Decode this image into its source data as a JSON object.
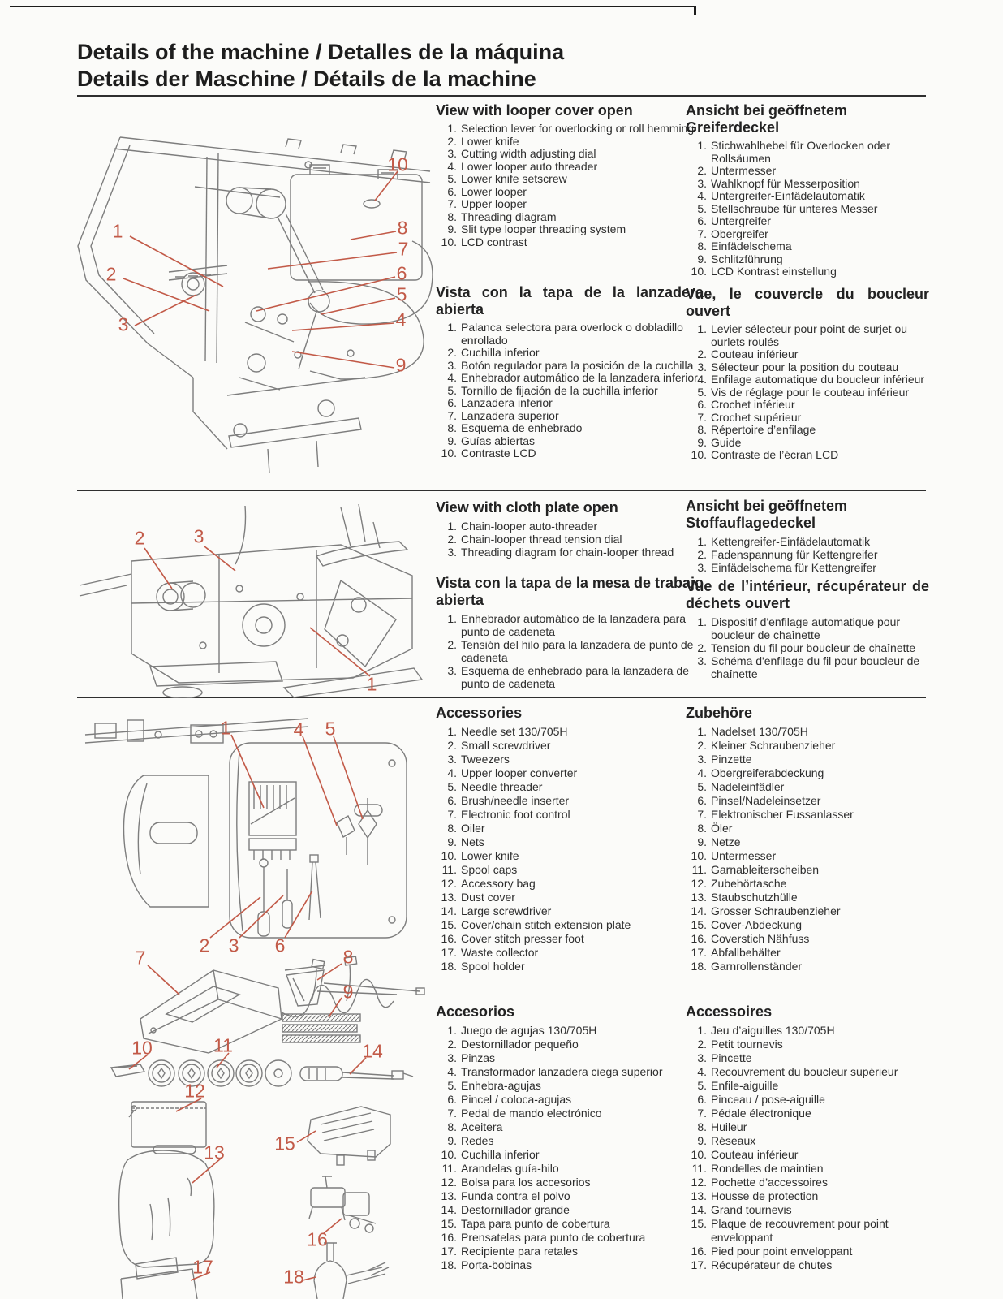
{
  "page": {
    "title_line1": "Details of the machine / Detalles de la máquina",
    "title_line2": "Details der Maschine / Détails de la machine"
  },
  "colors": {
    "callout": "#c25a48",
    "text": "#2e2e2e",
    "rule": "#2f2f2f"
  },
  "figs": {
    "looper": {
      "callouts": [
        "1",
        "2",
        "3",
        "10",
        "8",
        "7",
        "6",
        "5",
        "4",
        "9"
      ]
    },
    "cloth": {
      "callouts": [
        "2",
        "3",
        "1"
      ]
    },
    "acc": {
      "callouts": [
        "1",
        "4",
        "5",
        "2",
        "3",
        "6",
        "7",
        "8",
        "9",
        "10",
        "11",
        "14",
        "12",
        "15",
        "13",
        "16",
        "17",
        "18"
      ]
    }
  },
  "sections": {
    "looper": {
      "en": {
        "heading": "View with looper cover open",
        "items": [
          {
            "n": "1",
            "t": "Selection lever for overlocking or roll hemming"
          },
          {
            "n": "2",
            "t": "Lower knife"
          },
          {
            "n": "3",
            "t": "Cutting width adjusting dial"
          },
          {
            "n": "4",
            "t": "Lower looper auto threader"
          },
          {
            "n": "5",
            "t": "Lower knife setscrew"
          },
          {
            "n": "6",
            "t": "Lower looper"
          },
          {
            "n": "7",
            "t": "Upper looper"
          },
          {
            "n": "8",
            "t": "Threading diagram"
          },
          {
            "n": "9",
            "t": "Slit type looper threading system"
          },
          {
            "n": "10",
            "t": "LCD contrast"
          }
        ]
      },
      "es": {
        "heading": "Vista con la tapa de la lanzadera abierta",
        "items": [
          {
            "n": "1",
            "t": "Palanca selectora para overlock o dobladillo enrollado"
          },
          {
            "n": "2",
            "t": "Cuchilla inferior"
          },
          {
            "n": "3",
            "t": "Botón regulador para la posición de la cuchilla"
          },
          {
            "n": "4",
            "t": "Enhebrador automático de la lanzadera inferior"
          },
          {
            "n": "5",
            "t": "Tornillo de fijación de la cuchilla inferior"
          },
          {
            "n": "6",
            "t": "Lanzadera inferior"
          },
          {
            "n": "7",
            "t": "Lanzadera superior"
          },
          {
            "n": "8",
            "t": "Esquema de enhebrado"
          },
          {
            "n": "9",
            "t": "Guías abiertas"
          },
          {
            "n": "10",
            "t": "Contraste LCD"
          }
        ]
      },
      "de": {
        "heading": "Ansicht bei geöffnetem Greiferdeckel",
        "items": [
          {
            "n": "1",
            "t": "Stichwahlhebel für Overlocken oder Rollsäumen"
          },
          {
            "n": "2",
            "t": "Untermesser"
          },
          {
            "n": "3",
            "t": "Wahlknopf für Messerposition"
          },
          {
            "n": "4",
            "t": "Untergreifer-Einfädelautomatik"
          },
          {
            "n": "5",
            "t": "Stellschraube für unteres Messer"
          },
          {
            "n": "6",
            "t": "Untergreifer"
          },
          {
            "n": "7",
            "t": "Obergreifer"
          },
          {
            "n": "8",
            "t": "Einfädelschema"
          },
          {
            "n": "9",
            "t": "Schlitzführung"
          },
          {
            "n": "10",
            "t": "LCD Kontrast einstellung"
          }
        ]
      },
      "fr": {
        "heading": "Vue, le couvercle du boucleur ouvert",
        "items": [
          {
            "n": "1",
            "t": "Levier sélecteur pour point de surjet ou ourlets roulés"
          },
          {
            "n": "2",
            "t": "Couteau inférieur"
          },
          {
            "n": "3",
            "t": "Sélecteur pour la position du couteau"
          },
          {
            "n": "4",
            "t": "Enfilage automatique du boucleur inférieur"
          },
          {
            "n": "5",
            "t": "Vis de réglage pour le couteau inférieur"
          },
          {
            "n": "6",
            "t": "Crochet inférieur"
          },
          {
            "n": "7",
            "t": "Crochet supérieur"
          },
          {
            "n": "8",
            "t": "Répertoire d’enfilage"
          },
          {
            "n": "9",
            "t": "Guide"
          },
          {
            "n": "10",
            "t": "Contraste de l’écran LCD"
          }
        ]
      }
    },
    "cloth": {
      "en": {
        "heading": "View with cloth plate open",
        "items": [
          {
            "n": "1",
            "t": "Chain-looper auto-threader"
          },
          {
            "n": "2",
            "t": "Chain-looper thread tension dial"
          },
          {
            "n": "3",
            "t": "Threading diagram for chain-looper thread"
          }
        ]
      },
      "es": {
        "heading": "Vista con la tapa de la mesa de trabajo abierta",
        "items": [
          {
            "n": "1",
            "t": "Enhebrador automático de la lanzadera para punto de cadeneta"
          },
          {
            "n": "2",
            "t": "Tensión del hilo para la lanzadera de punto de cadeneta"
          },
          {
            "n": "3",
            "t": "Esquema de enhebrado para la lanzadera de punto de cadeneta"
          }
        ]
      },
      "de": {
        "heading": "Ansicht bei geöffnetem Stoffauflagedeckel",
        "items": [
          {
            "n": "1",
            "t": "Kettengreifer-Einfädelautomatik"
          },
          {
            "n": "2",
            "t": "Fadenspannung für Kettengreifer"
          },
          {
            "n": "3",
            "t": "Einfädelschema für Kettengreifer"
          }
        ]
      },
      "fr": {
        "heading": "Vue de l’intérieur, récupérateur de déchets ouvert",
        "items": [
          {
            "n": "1",
            "t": "Dispositif d'enfilage automatique pour boucleur de chaînette"
          },
          {
            "n": "2",
            "t": "Tension du fil pour boucleur de chaînette"
          },
          {
            "n": "3",
            "t": "Schéma d'enfilage du fil pour boucleur de chaînette"
          }
        ]
      }
    },
    "acc": {
      "en": {
        "heading": "Accessories",
        "items": [
          {
            "n": "1",
            "t": "Needle set 130/705H"
          },
          {
            "n": "2",
            "t": "Small screwdriver"
          },
          {
            "n": "3",
            "t": "Tweezers"
          },
          {
            "n": "4",
            "t": "Upper looper converter"
          },
          {
            "n": "5",
            "t": "Needle threader"
          },
          {
            "n": "6",
            "t": "Brush/needle inserter"
          },
          {
            "n": "7",
            "t": "Electronic foot control"
          },
          {
            "n": "8",
            "t": "Oiler"
          },
          {
            "n": "9",
            "t": "Nets"
          },
          {
            "n": "10",
            "t": "Lower knife"
          },
          {
            "n": "11",
            "t": "Spool caps"
          },
          {
            "n": "12",
            "t": "Accessory bag"
          },
          {
            "n": "13",
            "t": "Dust cover"
          },
          {
            "n": "14",
            "t": "Large screwdriver"
          },
          {
            "n": "15",
            "t": "Cover/chain stitch extension plate"
          },
          {
            "n": "16",
            "t": "Cover stitch presser foot"
          },
          {
            "n": "17",
            "t": "Waste collector"
          },
          {
            "n": "18",
            "t": "Spool holder"
          }
        ]
      },
      "de": {
        "heading": "Zubehöre",
        "items": [
          {
            "n": "1",
            "t": "Nadelset 130/705H"
          },
          {
            "n": "2",
            "t": "Kleiner Schraubenzieher"
          },
          {
            "n": "3",
            "t": "Pinzette"
          },
          {
            "n": "4",
            "t": "Obergreiferabdeckung"
          },
          {
            "n": "5",
            "t": "Nadeleinfädler"
          },
          {
            "n": "6",
            "t": "Pinsel/Nadeleinsetzer"
          },
          {
            "n": "7",
            "t": "Elektronischer Fussanlasser"
          },
          {
            "n": "8",
            "t": "Öler"
          },
          {
            "n": "9",
            "t": "Netze"
          },
          {
            "n": "10",
            "t": "Untermesser"
          },
          {
            "n": "11",
            "t": "Garnableiterscheiben"
          },
          {
            "n": "12",
            "t": "Zubehörtasche"
          },
          {
            "n": "13",
            "t": "Staubschutzhülle"
          },
          {
            "n": "14",
            "t": "Grosser Schraubenzieher"
          },
          {
            "n": "15",
            "t": "Cover-Abdeckung"
          },
          {
            "n": "16",
            "t": "Coverstich Nähfuss"
          },
          {
            "n": "17",
            "t": "Abfallbehälter"
          },
          {
            "n": "18",
            "t": "Garnrollenständer"
          }
        ]
      },
      "es": {
        "heading": "Accesorios",
        "items": [
          {
            "n": "1",
            "t": "Juego de agujas 130/705H"
          },
          {
            "n": "2",
            "t": "Destornillador pequeño"
          },
          {
            "n": "3",
            "t": "Pinzas"
          },
          {
            "n": "4",
            "t": "Transformador lanzadera ciega superior"
          },
          {
            "n": "5",
            "t": "Enhebra-agujas"
          },
          {
            "n": "6",
            "t": "Pincel / coloca-agujas"
          },
          {
            "n": "7",
            "t": "Pedal de mando electrónico"
          },
          {
            "n": "8",
            "t": "Aceitera"
          },
          {
            "n": "9",
            "t": "Redes"
          },
          {
            "n": "10",
            "t": "Cuchilla inferior"
          },
          {
            "n": "11",
            "t": "Arandelas guía-hilo"
          },
          {
            "n": "12",
            "t": "Bolsa para los accesorios"
          },
          {
            "n": "13",
            "t": "Funda contra el polvo"
          },
          {
            "n": "14",
            "t": "Destornillador grande"
          },
          {
            "n": "15",
            "t": "Tapa para punto de cobertura"
          },
          {
            "n": "16",
            "t": "Prensatelas para punto de cobertura"
          },
          {
            "n": "17",
            "t": "Recipiente para retales"
          },
          {
            "n": "18",
            "t": "Porta-bobinas"
          }
        ]
      },
      "fr": {
        "heading": "Accessoires",
        "items": [
          {
            "n": "1",
            "t": "Jeu d’aiguilles 130/705H"
          },
          {
            "n": "2",
            "t": "Petit tournevis"
          },
          {
            "n": "3",
            "t": "Pincette"
          },
          {
            "n": "4",
            "t": "Recouvrement du boucleur supérieur"
          },
          {
            "n": "5",
            "t": "Enfile-aiguille"
          },
          {
            "n": "6",
            "t": "Pinceau / pose-aiguille"
          },
          {
            "n": "7",
            "t": "Pédale électronique"
          },
          {
            "n": "8",
            "t": "Huileur"
          },
          {
            "n": "9",
            "t": "Réseaux"
          },
          {
            "n": "10",
            "t": "Couteau inférieur"
          },
          {
            "n": "11",
            "t": "Rondelles de maintien"
          },
          {
            "n": "12",
            "t": "Pochette d’accessoires"
          },
          {
            "n": "13",
            "t": "Housse de protection"
          },
          {
            "n": "14",
            "t": "Grand tournevis"
          },
          {
            "n": "15",
            "t": "Plaque de recouvrement pour point enveloppant"
          },
          {
            "n": "16",
            "t": "Pied pour point enveloppant"
          },
          {
            "n": "17",
            "t": "Récupérateur de chutes"
          }
        ]
      }
    }
  }
}
